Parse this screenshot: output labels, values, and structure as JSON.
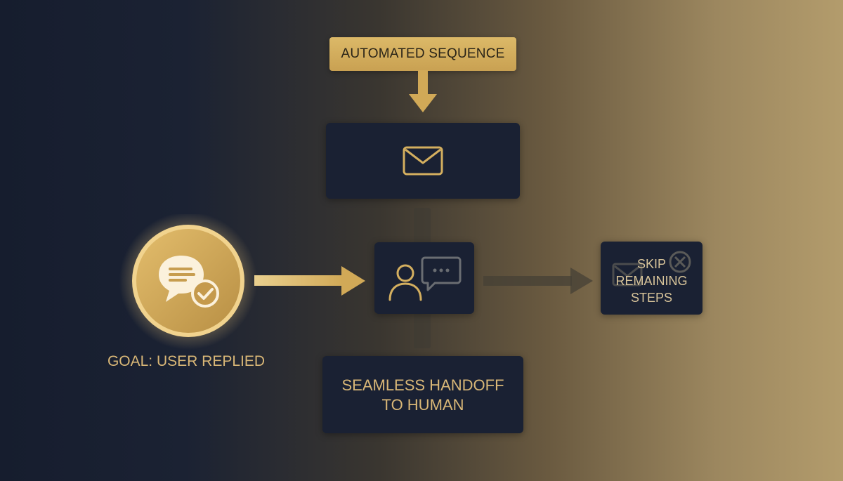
{
  "diagram": {
    "top_badge": "AUTOMATED SEQUENCE",
    "goal_label": "GOAL: USER REPLIED",
    "handoff_label_line1": "SEAMLESS HANDOFF",
    "handoff_label_line2": "TO HUMAN",
    "skip_label_line1": "SKIP",
    "skip_label_line2": "REMAINING",
    "skip_label_line3": "STEPS"
  },
  "icons": {
    "email_node": "envelope-icon",
    "goal_node": "chat-check-icon",
    "handoff_node": "person-chat-icon",
    "skip_node": "envelope-x-icon"
  },
  "colors": {
    "gold": "#d4af5f",
    "node_bg": "#1a2133",
    "background_left": "#161d2e",
    "background_right": "#b39c6c"
  }
}
